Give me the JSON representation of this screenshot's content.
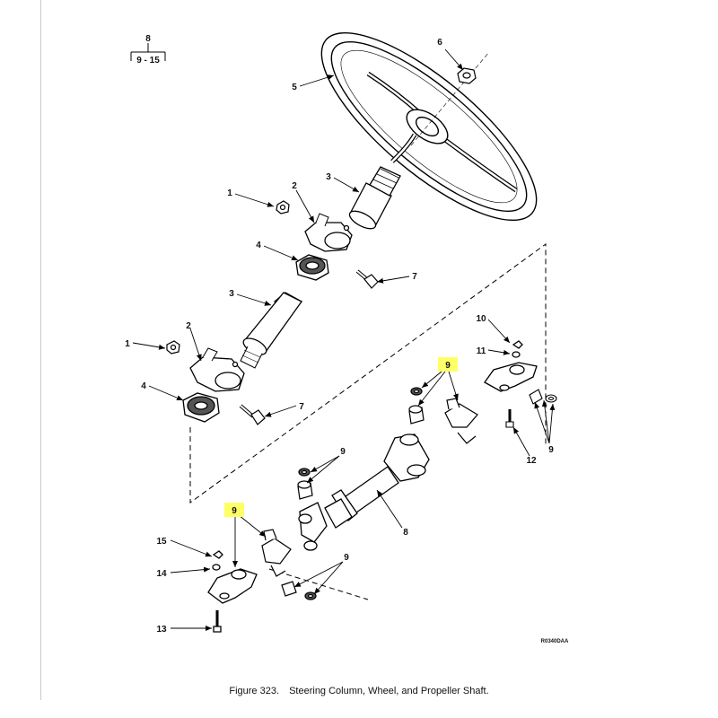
{
  "figure": {
    "number": "Figure  323.",
    "title": "Steering Column, Wheel, and Propeller Shaft.",
    "code": "R0340DAA"
  },
  "reference_box": {
    "top": "8",
    "bottom": "9 - 15"
  },
  "callouts": {
    "n1": "1",
    "n2": "2",
    "n3": "3",
    "n4": "4",
    "n5": "5",
    "n6": "6",
    "n7": "7",
    "n8": "8",
    "n9": "9",
    "n10": "10",
    "n11": "11",
    "n12": "12",
    "n13": "13",
    "n14": "14",
    "n15": "15"
  },
  "highlight_color": "#ffff66"
}
